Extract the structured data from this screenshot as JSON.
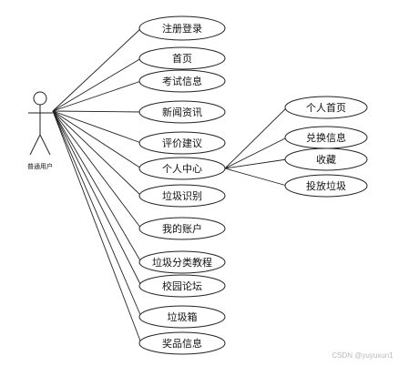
{
  "actor": {
    "label": "普通用户"
  },
  "use_cases": [
    {
      "id": "register-login",
      "label": "注册登录"
    },
    {
      "id": "home",
      "label": "首页"
    },
    {
      "id": "exam-info",
      "label": "考试信息"
    },
    {
      "id": "news",
      "label": "新闻资讯"
    },
    {
      "id": "feedback",
      "label": "评价建议"
    },
    {
      "id": "personal-center",
      "label": "个人中心"
    },
    {
      "id": "garbage-recognition",
      "label": "垃圾识别"
    },
    {
      "id": "my-account",
      "label": "我的账户"
    },
    {
      "id": "sorting-tutorial",
      "label": "垃圾分类教程"
    },
    {
      "id": "campus-forum",
      "label": "校园论坛"
    },
    {
      "id": "trash-bin",
      "label": "垃圾箱"
    },
    {
      "id": "prize-info",
      "label": "奖品信息"
    }
  ],
  "sub_use_cases": [
    {
      "id": "personal-home",
      "label": "个人首页",
      "parent": "personal-center"
    },
    {
      "id": "redeem-info",
      "label": "兑换信息",
      "parent": "personal-center"
    },
    {
      "id": "favorites",
      "label": "收藏",
      "parent": "personal-center"
    },
    {
      "id": "dispose-garbage",
      "label": "投放垃圾",
      "parent": "personal-center"
    }
  ],
  "watermark": "CSDN @yuyuxun1"
}
